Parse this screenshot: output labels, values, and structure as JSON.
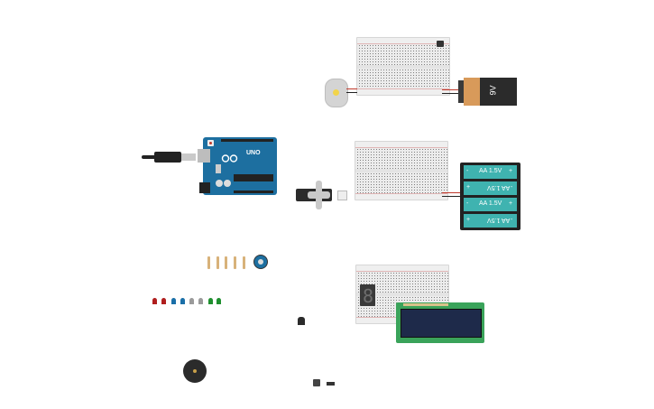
{
  "components": {
    "battery_9v": {
      "label": "9V"
    },
    "aa_pack": {
      "cells": [
        "AA 1.5V",
        "AA 1.5V",
        "AA 1.5V",
        "AA 1.5V"
      ],
      "plus": "+",
      "minus": "-"
    },
    "arduino": {
      "model": "UNO"
    },
    "seven_segment": {
      "digit": "8"
    }
  },
  "colors": {
    "arduino": "#1d6fa0",
    "battery_9v_cap": "#d89a5a",
    "battery_9v_body": "#2b2b2b",
    "aa_cell": "#3fb3b0",
    "lcd_board": "#3aa35a",
    "lcd_screen": "#1e2a4a",
    "wire_red": "#c0392b",
    "wire_black": "#222222"
  },
  "leds": [
    "red",
    "red",
    "blue",
    "blue",
    "white",
    "white",
    "green",
    "green"
  ],
  "resistor_count": 5
}
